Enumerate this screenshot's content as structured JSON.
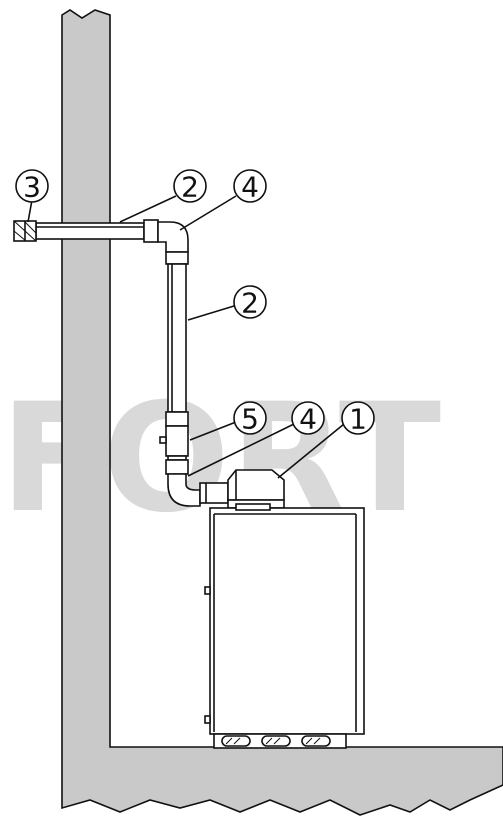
{
  "watermark": "FORT",
  "callouts": {
    "boiler": "1",
    "horizontal_pipe": "2",
    "vertical_pipe": "2",
    "terminal": "3",
    "upper_elbow": "4",
    "lower_elbow": "4",
    "coupling": "5"
  },
  "colors": {
    "wall": "#c9c9c9",
    "line": "#111111",
    "watermark": "#d9d9d9"
  }
}
